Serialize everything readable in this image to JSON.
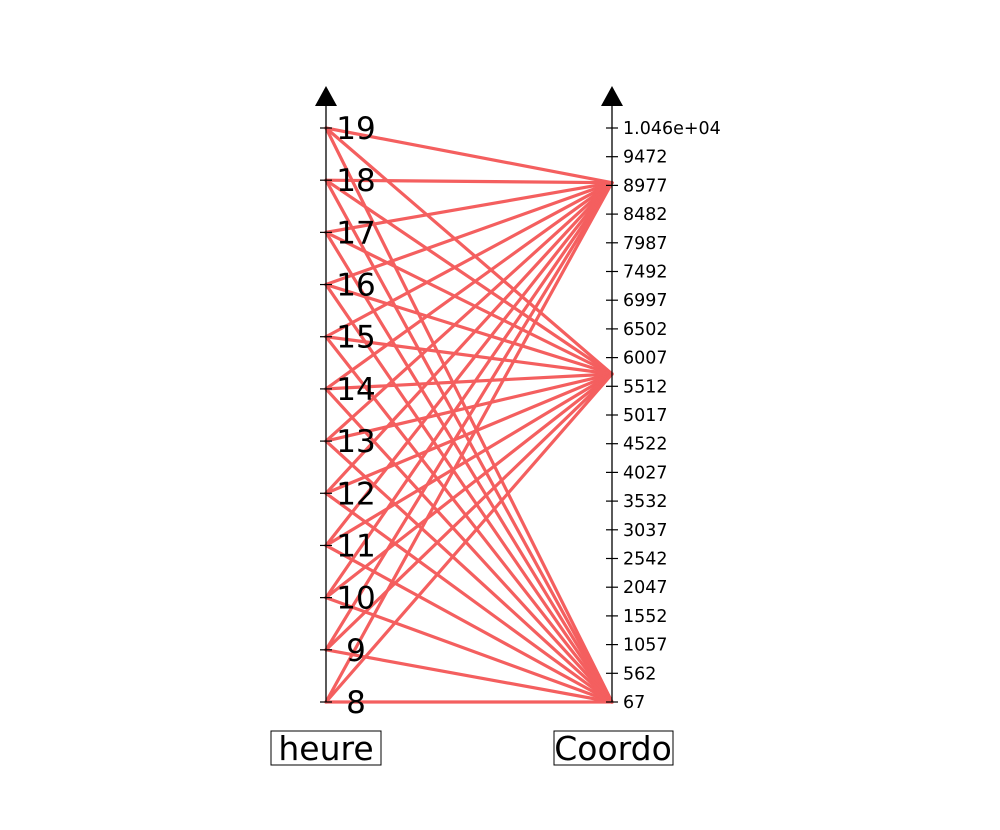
{
  "chart_data": {
    "type": "parallel-coordinates",
    "line_color": "#f45f5f",
    "axes": [
      {
        "name": "heure",
        "ticks": [
          "8",
          "9",
          "10",
          "11",
          "12",
          "13",
          "14",
          "15",
          "16",
          "17",
          "18",
          "19"
        ],
        "range": [
          8,
          19
        ]
      },
      {
        "name": "Coordo",
        "ticks": [
          "67",
          "562",
          "1057",
          "1552",
          "2047",
          "2542",
          "3037",
          "3532",
          "4027",
          "4522",
          "5017",
          "5512",
          "6007",
          "6502",
          "6997",
          "7492",
          "7987",
          "8482",
          "8977",
          "9472",
          "1.046e+04"
        ],
        "range": [
          67,
          10462
        ]
      }
    ],
    "records": [
      [
        19,
        9472
      ],
      [
        19,
        6007
      ],
      [
        19,
        67
      ],
      [
        18,
        9472
      ],
      [
        18,
        6007
      ],
      [
        18,
        67
      ],
      [
        17,
        9472
      ],
      [
        17,
        6007
      ],
      [
        17,
        67
      ],
      [
        16,
        9472
      ],
      [
        16,
        6007
      ],
      [
        16,
        67
      ],
      [
        15,
        9472
      ],
      [
        15,
        6007
      ],
      [
        15,
        67
      ],
      [
        14,
        9472
      ],
      [
        14,
        6007
      ],
      [
        14,
        67
      ],
      [
        13,
        9472
      ],
      [
        13,
        6007
      ],
      [
        13,
        67
      ],
      [
        12,
        9472
      ],
      [
        12,
        6007
      ],
      [
        12,
        67
      ],
      [
        11,
        9472
      ],
      [
        11,
        6007
      ],
      [
        11,
        67
      ],
      [
        10,
        9472
      ],
      [
        10,
        6007
      ],
      [
        10,
        67
      ],
      [
        9,
        9472
      ],
      [
        9,
        6007
      ],
      [
        9,
        67
      ],
      [
        8,
        9472
      ],
      [
        8,
        6007
      ],
      [
        8,
        67
      ]
    ]
  }
}
